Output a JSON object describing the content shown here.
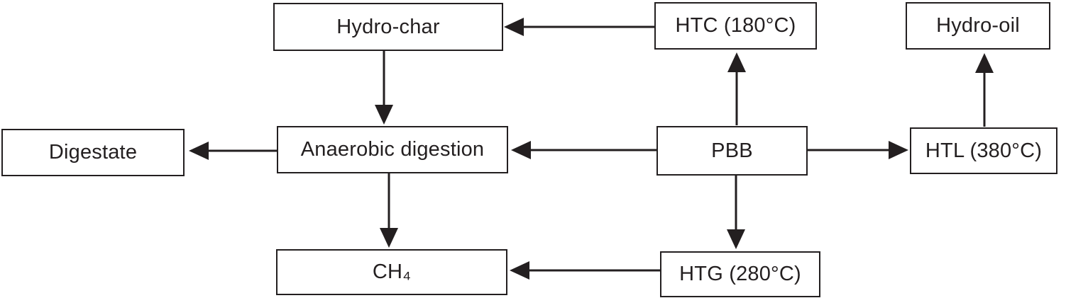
{
  "figure": {
    "type": "flowchart",
    "background_color": "#ffffff",
    "ink_color": "#231f20",
    "nodes": {
      "hydro_char": {
        "label": "Hydro-char"
      },
      "htc": {
        "label": "HTC (180°C)"
      },
      "hydro_oil": {
        "label": "Hydro-oil"
      },
      "digestate": {
        "label": "Digestate"
      },
      "anaerobic_digestion": {
        "label": "Anaerobic digestion"
      },
      "pbb": {
        "label": "PBB"
      },
      "htl": {
        "label": "HTL (380°C)"
      },
      "ch4": {
        "label": "CH₄"
      },
      "htg": {
        "label": "HTG (280°C)"
      }
    },
    "edges": [
      {
        "from": "PBB",
        "to": "HTC (180°C)",
        "direction": "up"
      },
      {
        "from": "PBB",
        "to": "Anaerobic digestion",
        "direction": "left"
      },
      {
        "from": "PBB",
        "to": "HTL (380°C)",
        "direction": "right"
      },
      {
        "from": "PBB",
        "to": "HTG (280°C)",
        "direction": "down"
      },
      {
        "from": "HTC (180°C)",
        "to": "Hydro-char",
        "direction": "left"
      },
      {
        "from": "Hydro-char",
        "to": "Anaerobic digestion",
        "direction": "down"
      },
      {
        "from": "Anaerobic digestion",
        "to": "Digestate",
        "direction": "left"
      },
      {
        "from": "Anaerobic digestion",
        "to": "CH₄",
        "direction": "down"
      },
      {
        "from": "HTL (380°C)",
        "to": "Hydro-oil",
        "direction": "up"
      },
      {
        "from": "HTG (280°C)",
        "to": "CH₄",
        "direction": "left"
      }
    ]
  }
}
